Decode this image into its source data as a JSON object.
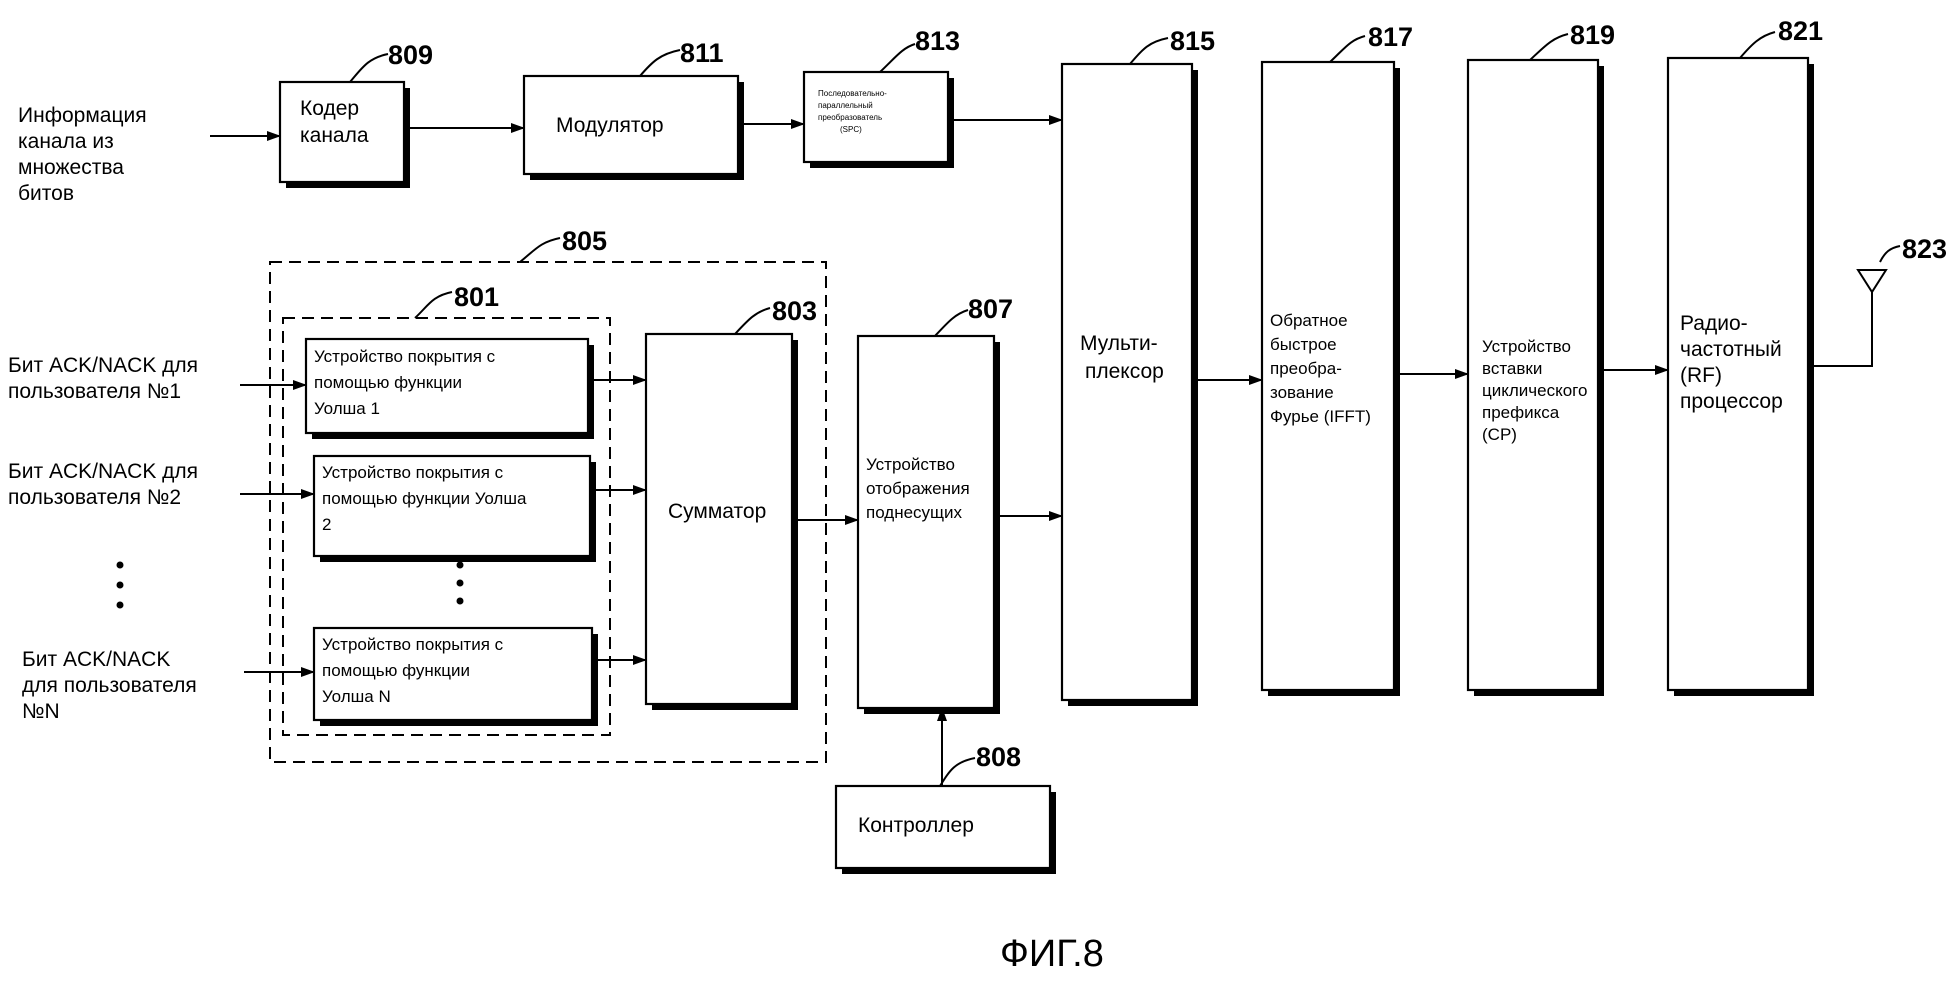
{
  "figure_caption": "ФИГ.8",
  "inputs": {
    "channel_info": [
      "Информация",
      "канала из",
      "множества",
      "битов"
    ],
    "user1": [
      "Бит ACK/NACK для",
      "пользователя №1"
    ],
    "user2": [
      "Бит ACK/NACK для",
      "пользователя №2"
    ],
    "userN": [
      "Бит ACK/NACK",
      "для пользователя",
      "№N"
    ]
  },
  "blocks": {
    "channel_coder": {
      "ref": "809",
      "label": [
        "Кодер",
        "канала"
      ]
    },
    "modulator": {
      "ref": "811",
      "label": [
        "Модулятор"
      ]
    },
    "spc": {
      "ref": "813",
      "label": [
        "Последовательно-",
        "параллельный",
        "преобразователь",
        "(SPC)"
      ]
    },
    "multiplexer": {
      "ref": "815",
      "label": [
        "Мульти-",
        "плексор"
      ]
    },
    "ifft": {
      "ref": "817",
      "label": [
        "Обратное",
        "быстрое",
        "преобра-",
        "зование",
        "Фурье (IFFT)"
      ]
    },
    "cp_inserter": {
      "ref": "819",
      "label": [
        "Устройство",
        "вставки",
        "циклического",
        "префикса",
        "(CP)"
      ]
    },
    "rf_processor": {
      "ref": "821",
      "label": [
        "Радио-",
        "частотный",
        "(RF)",
        "процессор"
      ]
    },
    "antenna": {
      "ref": "823"
    },
    "spreading_group": {
      "ref": "805"
    },
    "spreader_group": {
      "ref": "801"
    },
    "spreader1": {
      "label": [
        "Устройство покрытия с",
        "помощью функции",
        "Уолша 1"
      ]
    },
    "spreader2": {
      "label": [
        "Устройство покрытия с",
        "помощью функции Уолша",
        "2"
      ]
    },
    "spreaderN": {
      "label": [
        "Устройство покрытия с",
        "помощью функции",
        "Уолша N"
      ]
    },
    "summer": {
      "ref": "803",
      "label": [
        "Сумматор"
      ]
    },
    "subcarrier_mapper": {
      "ref": "807",
      "label": [
        "Устройство",
        "отображения",
        "поднесущих"
      ]
    },
    "controller": {
      "ref": "808",
      "label": [
        "Контроллер"
      ]
    }
  }
}
